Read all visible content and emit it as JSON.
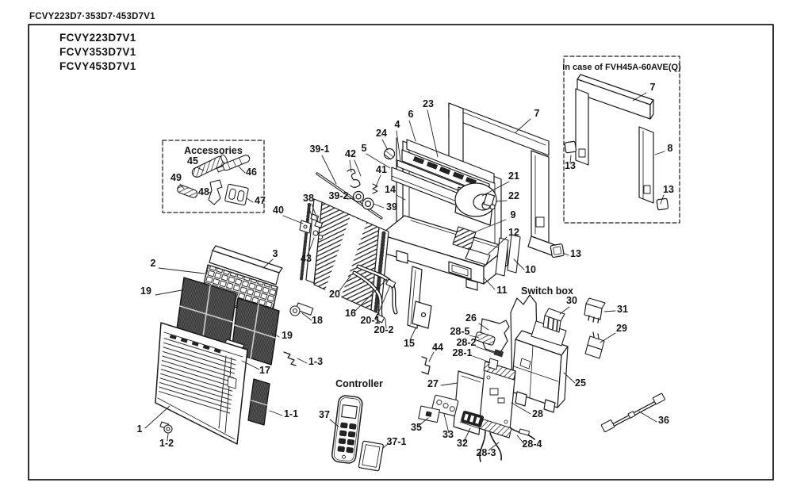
{
  "document": {
    "header": "FCVY223D7·353D7·453D7V1",
    "models": [
      "FCVY223D7V1",
      "FCVY353D7V1",
      "FCVY453D7V1"
    ]
  },
  "sections": {
    "accessories_title": "Accessories",
    "fvh_title": "In case of FVH45A-60AVE(Q)",
    "switch_box_title": "Switch box",
    "controller_title": "Controller"
  },
  "labels": {
    "n1": "1",
    "n1_1": "1-1",
    "n1_2": "1-2",
    "n1_3": "1-3",
    "n2": "2",
    "n3": "3",
    "n4": "4",
    "n5": "5",
    "n6": "6",
    "n7": "7",
    "n8": "8",
    "n9": "9",
    "n10": "10",
    "n11": "11",
    "n12": "12",
    "n13": "13",
    "n14": "14",
    "n15": "15",
    "n16": "16",
    "n17": "17",
    "n18": "18",
    "n19": "19",
    "n20": "20",
    "n20_1": "20-1",
    "n20_2": "20-2",
    "n21": "21",
    "n22": "22",
    "n23": "23",
    "n24": "24",
    "n25": "25",
    "n26": "26",
    "n27": "27",
    "n28": "28",
    "n28_1": "28-1",
    "n28_2": "28-2",
    "n28_3": "28-3",
    "n28_4": "28-4",
    "n28_5": "28-5",
    "n29": "29",
    "n30": "30",
    "n31": "31",
    "n32": "32",
    "n33": "33",
    "n35": "35",
    "n36": "36",
    "n37": "37",
    "n37_1": "37-1",
    "n38": "38",
    "n39": "39",
    "n39_1": "39-1",
    "n39_2": "39-2",
    "n40": "40",
    "n41": "41",
    "n42": "42",
    "n43": "43",
    "n44": "44",
    "n45": "45",
    "n46": "46",
    "n47": "47",
    "n48": "48",
    "n49": "49"
  },
  "colors": {
    "ink": "#1a1a1a",
    "paper": "#ffffff"
  }
}
